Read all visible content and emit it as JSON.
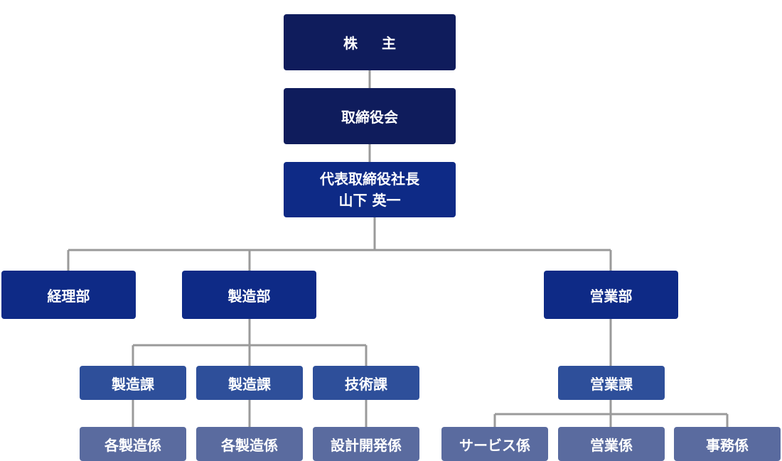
{
  "diagram": {
    "line_color": "#9a9a9a",
    "colors": {
      "top": "#0f1c5c",
      "president": "#0e2a86",
      "department": "#0e2a86",
      "section": "#2e4f9a",
      "unit": "#5a6b9f"
    },
    "top": {
      "shareholders": "株主",
      "board": "取締役会"
    },
    "president": {
      "title": "代表取締役社長",
      "name": "山下 英一"
    },
    "departments": {
      "accounting": "経理部",
      "manufacturing": "製造部",
      "sales": "営業部"
    },
    "sections": {
      "manufacturing_1": "製造課",
      "manufacturing_2": "製造課",
      "technology": "技術課",
      "sales": "営業課"
    },
    "units": {
      "mfg_1": "各製造係",
      "mfg_2": "各製造係",
      "design_dev": "設計開発係",
      "service": "サービス係",
      "sales": "営業係",
      "admin": "事務係"
    }
  }
}
